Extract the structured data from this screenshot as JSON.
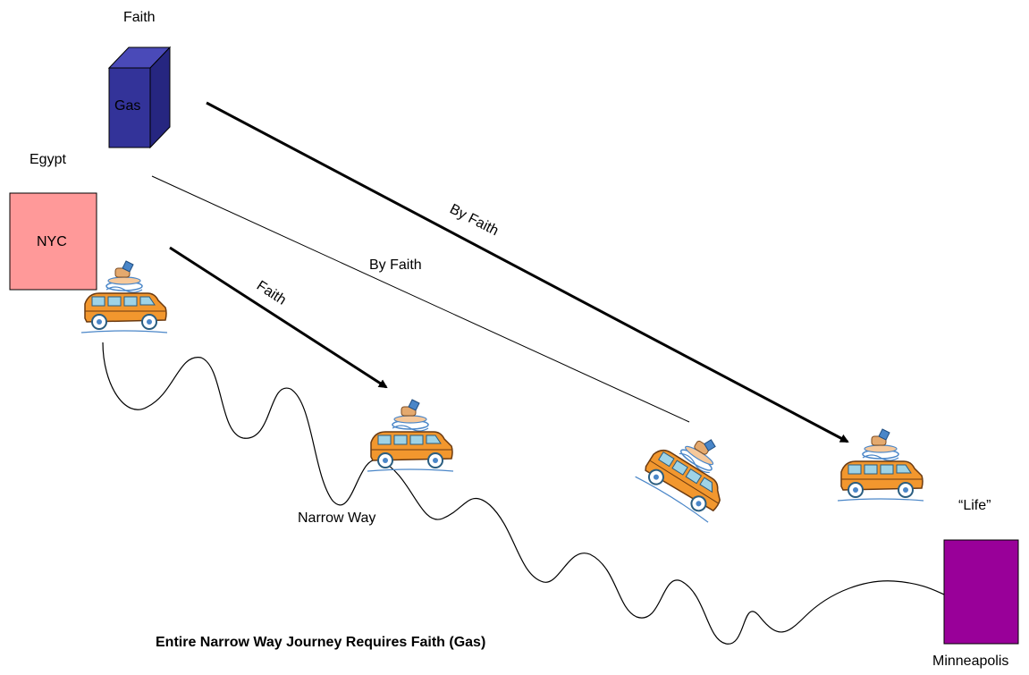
{
  "labels": {
    "faith_top": "Faith",
    "gas": "Gas",
    "egypt": "Egypt",
    "nyc": "NYC",
    "faith_arrow": "Faith",
    "by_faith_thin": "By Faith",
    "by_faith_bold": "By Faith",
    "narrow_way": "Narrow Way",
    "life": "“Life”",
    "minneapolis": "Minneapolis",
    "caption": "Entire Narrow Way Journey Requires Faith (Gas)"
  },
  "colors": {
    "gas_box_front": "#333399",
    "gas_box_top": "#4a4ab8",
    "gas_box_side": "#262680",
    "nyc_box": "#ff9999",
    "life_box": "#990099",
    "car_body": "#f2972e",
    "car_window": "#9fd3e6",
    "car_luggage": "#4a86c8"
  },
  "icons": [
    "car-icon",
    "car-icon",
    "car-icon",
    "car-icon"
  ]
}
